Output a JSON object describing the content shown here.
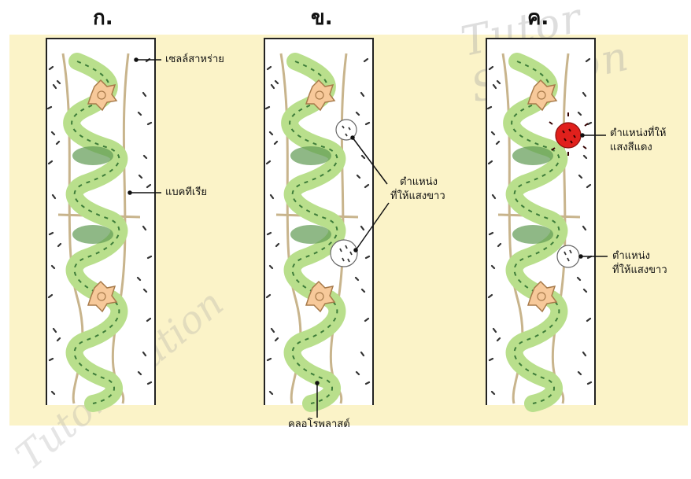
{
  "headings": {
    "a": "ก.",
    "b": "ข.",
    "c": "ค."
  },
  "labels": {
    "algae_cell": "เซลล์สาหร่าย",
    "bacteria": "แบคทีเรีย",
    "white_light_b_line1": "ตำแหน่ง",
    "white_light_b_line2": "ที่ให้แสงขาว",
    "chloroplast": "คลอโรพลาสต์",
    "red_light_line1": "ตำแหน่งที่ให้",
    "red_light_line2": "แสงสีแดง",
    "white_light_c_line1": "ตำแหน่ง",
    "white_light_c_line2": "ที่ให้แสงขาว"
  },
  "watermark": "Tutor Station",
  "colors": {
    "background": "#fbf3c8",
    "chloroplast_fill": "#b9df8c",
    "chloroplast_dark": "#3e7d3a",
    "nucleus": "#f7c99a",
    "red_spot": "#e0201c",
    "bacteria": "#333333"
  }
}
